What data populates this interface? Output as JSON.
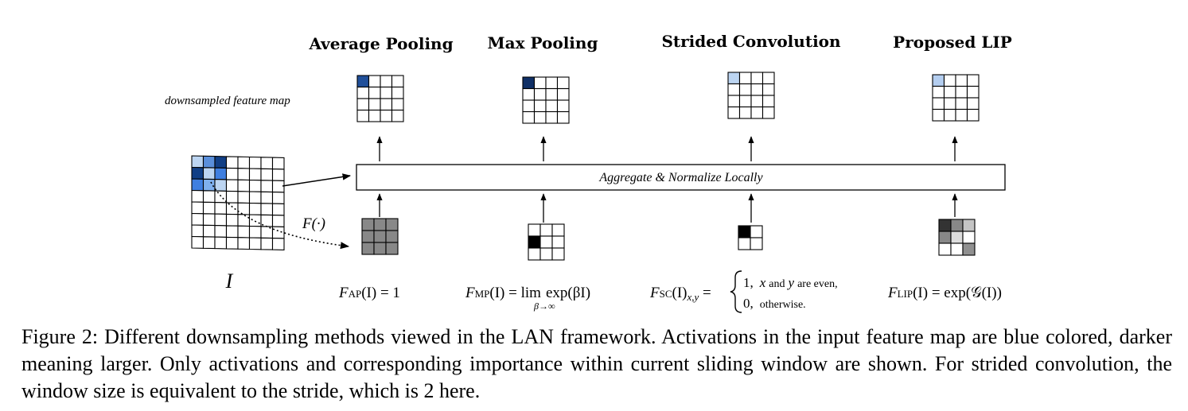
{
  "titles": {
    "average_pooling": "Average Pooling",
    "max_pooling": "Max Pooling",
    "strided_convolution": "Strided Convolution",
    "proposed_lip": "Proposed LIP"
  },
  "labels": {
    "downsampled_feature_map": "downsampled feature map",
    "aggregate_box": "Aggregate & Normalize Locally",
    "function_label": "F(·)",
    "input_label": "I"
  },
  "formulas": {
    "ap": {
      "lhs": "F",
      "sub": "AP",
      "rhs": "(I) = 1"
    },
    "mp": {
      "lhs": "F",
      "sub": "MP",
      "mid": "(I) = ",
      "lim": "lim",
      "limsub": "β→∞",
      "rhs": "exp(βI)"
    },
    "sc": {
      "lhs": "F",
      "sub": "SC",
      "arg": "(I)",
      "xy": "x,y",
      "eq": " =",
      "case1_val": "1,",
      "case1_x": "x",
      "case1_and": "and",
      "case1_y": "y",
      "case1_text": "are even,",
      "case2_val": "0,",
      "case2_text": "otherwise."
    },
    "lip": {
      "lhs": "F",
      "sub": "LIP",
      "rhs": "(I) = exp(𝒢(I))"
    }
  },
  "caption": {
    "text": "Figure 2: Different downsampling methods viewed in the LAN framework. Activations in the input feature map are blue colored, darker meaning larger. Only activations and corresponding importance within current sliding window are shown. For strided convolution, the window size is equivalent to the stride, which is 2 here."
  },
  "colors": {
    "input_cells": [
      [
        "#bcd5f2",
        "#5a8fdb",
        "#113f86"
      ],
      [
        "#113f86",
        "#bcd5f2",
        "#3f7fe0"
      ],
      [
        "#3f7fe0",
        "#7fb0ee",
        "#bcd5f2"
      ]
    ],
    "ap_top": "#21509a",
    "mp_top": "#0f2f66",
    "sc_top": "#bcd5f2",
    "lip_top": "#b4cef0",
    "ap_weights": [
      "#888888",
      "#888888",
      "#888888",
      "#888888",
      "#888888",
      "#888888",
      "#888888",
      "#888888",
      "#888888"
    ],
    "mp_weights": [
      "#ffffff",
      "#ffffff",
      "#ffffff",
      "#000000",
      "#ffffff",
      "#ffffff",
      "#ffffff",
      "#ffffff",
      "#ffffff"
    ],
    "sc_weights": [
      "#000000",
      "#ffffff",
      "#ffffff",
      "#ffffff"
    ],
    "lip_weights": [
      "#333333",
      "#888888",
      "#c4c4c4",
      "#888888",
      "#dddddd",
      "#ffffff",
      "#ffffff",
      "#ffffff",
      "#909090"
    ]
  }
}
